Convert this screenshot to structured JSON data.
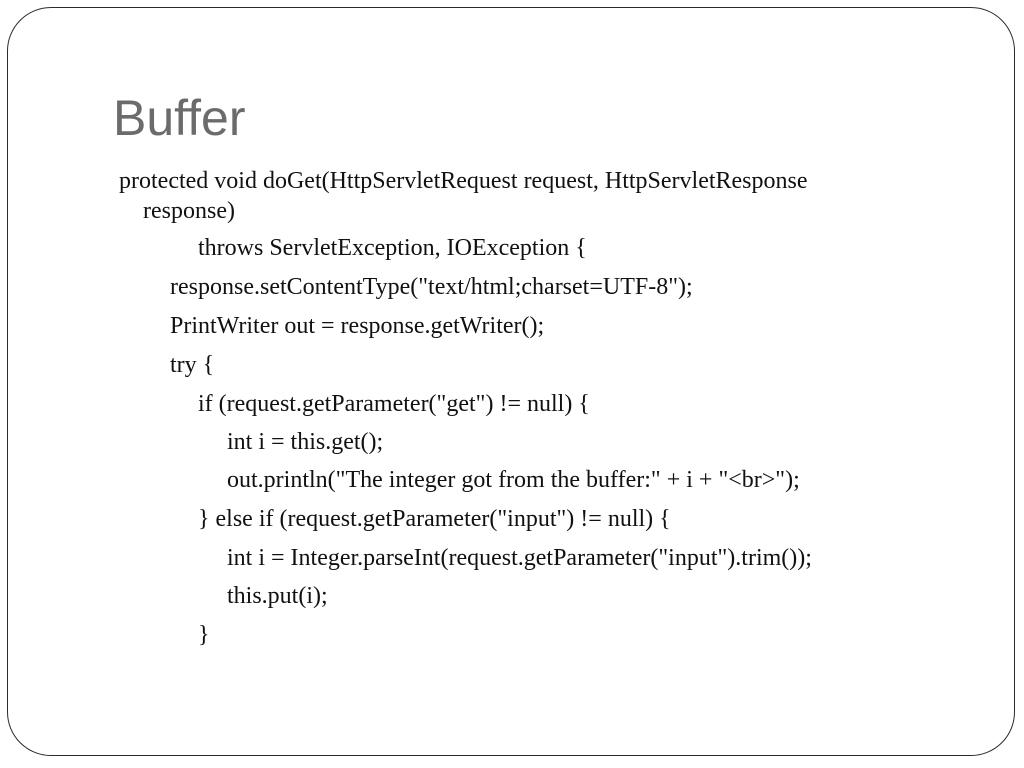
{
  "slide": {
    "title": "Buffer",
    "code_lines": [
      "protected void doGet(HttpServletRequest request, HttpServletResponse",
      "response)",
      "throws ServletException, IOException {",
      "response.setContentType(\"text/html;charset=UTF-8\");",
      "PrintWriter out = response.getWriter();",
      "try {",
      "if (request.getParameter(\"get\") != null) {",
      "int i = this.get();",
      "out.println(\"The integer got from the buffer:\" + i + \"<br>\");",
      "} else if (request.getParameter(\"input\") != null) {",
      "int i = Integer.parseInt(request.getParameter(\"input\").trim());",
      "this.put(i);",
      "}"
    ]
  }
}
